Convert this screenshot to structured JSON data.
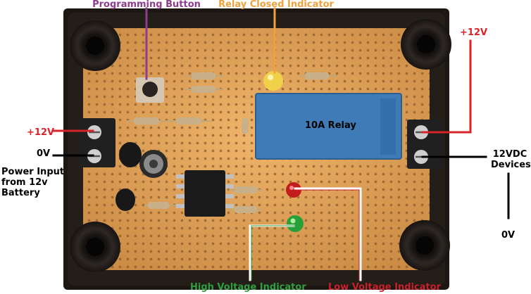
{
  "labels": {
    "programming_button": "Programming Button",
    "relay_closed": "Relay Closed Indicator",
    "plus12_left": "+12V",
    "zero_left": "0V",
    "power_input_line1": "Power Input",
    "power_input_line2": "from 12v",
    "power_input_line3": "Battery",
    "plus12_right": "+12V",
    "devices_line1": "12VDC",
    "devices_line2": "Devices",
    "zero_right": "0V",
    "relay": "10A Relay",
    "high_voltage": "High Voltage Indicator",
    "low_voltage": "Low Voltage Indicator"
  },
  "colors": {
    "programming_button": "#8e3c8e",
    "relay_closed": "#f0a03c",
    "plus_lines": "#d8232a",
    "zero_lines": "#000000",
    "high_voltage": "#2e9e3e",
    "low_voltage": "#c8202a",
    "board": "#e3a35a",
    "enclosure": "#1c1713",
    "relay_body": "#3f7bb6"
  }
}
